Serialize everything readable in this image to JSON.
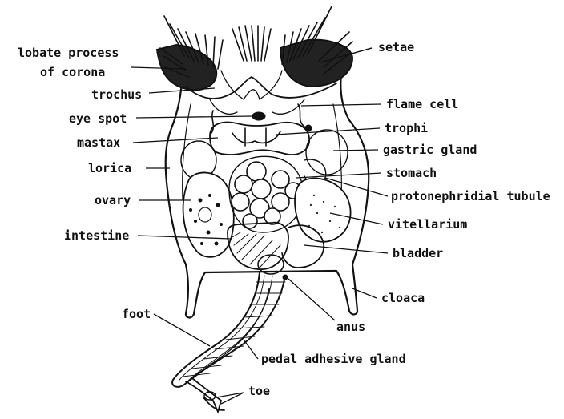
{
  "labels": {
    "lobate_1": "lobate process",
    "lobate_2": "of corona",
    "trochus": "trochus",
    "eye_spot": "eye spot",
    "mastax": "mastax",
    "lorica": "lorica",
    "ovary": "ovary",
    "intestine": "intestine",
    "foot": "foot",
    "setae": "setae",
    "flame_cell": "flame cell",
    "trophi": "trophi",
    "gastric_gland": "gastric gland",
    "stomach": "stomach",
    "protonephridial_tubule": "protonephridial tubule",
    "vitellarium": "vitellarium",
    "bladder": "bladder",
    "cloaca": "cloaca",
    "anus": "anus",
    "pedal_adhesive_gland": "pedal adhesive gland",
    "toe": "toe"
  },
  "colors": {
    "ink": "#111111",
    "paper": "#ffffff",
    "stipple": "#333333"
  }
}
